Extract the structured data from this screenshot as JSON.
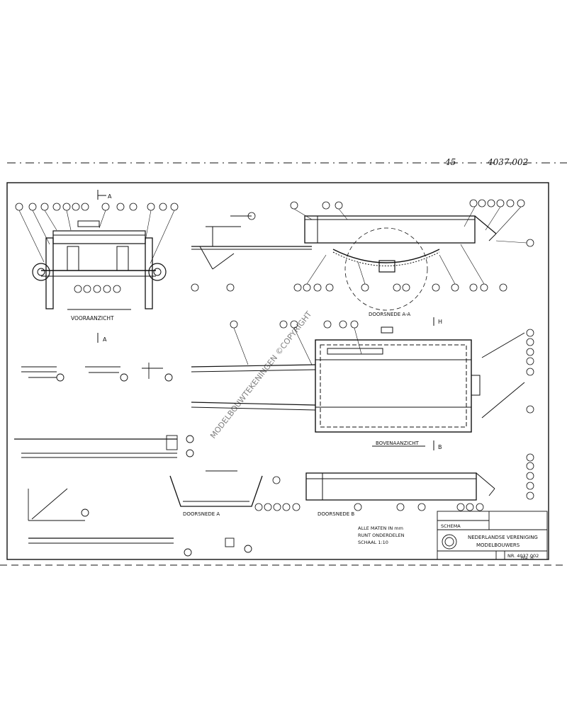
{
  "header": {
    "handwritten_ref_left": "45",
    "handwritten_ref_right": "4037.002"
  },
  "views": {
    "front_view_label": "VOORAANZICHT",
    "arrow_a": "A",
    "top_label": "BOVENAANZICHT",
    "arrow_b": "B",
    "section_a": "DOORSNEDE A",
    "section_b": "DOORSNEDE B",
    "top_section": "DOORSNEDE A-A",
    "arrow_h": "H"
  },
  "watermark": "MODELBOUWTEKENINGEN ©COPYRIGHT",
  "notes": {
    "line1": "ALLE MATEN IN mm",
    "line2": "RUNT ONDERDELEN",
    "line3": "SCHAAL 1:10"
  },
  "title_block": {
    "org_line1": "NEDERLANDSE VERENIGING",
    "org_line2": "MODELBOUWERS",
    "drawing_no": "NR. 4037.002",
    "label_scheme": "SCHEMA"
  },
  "footer_mark": "Bla. H"
}
